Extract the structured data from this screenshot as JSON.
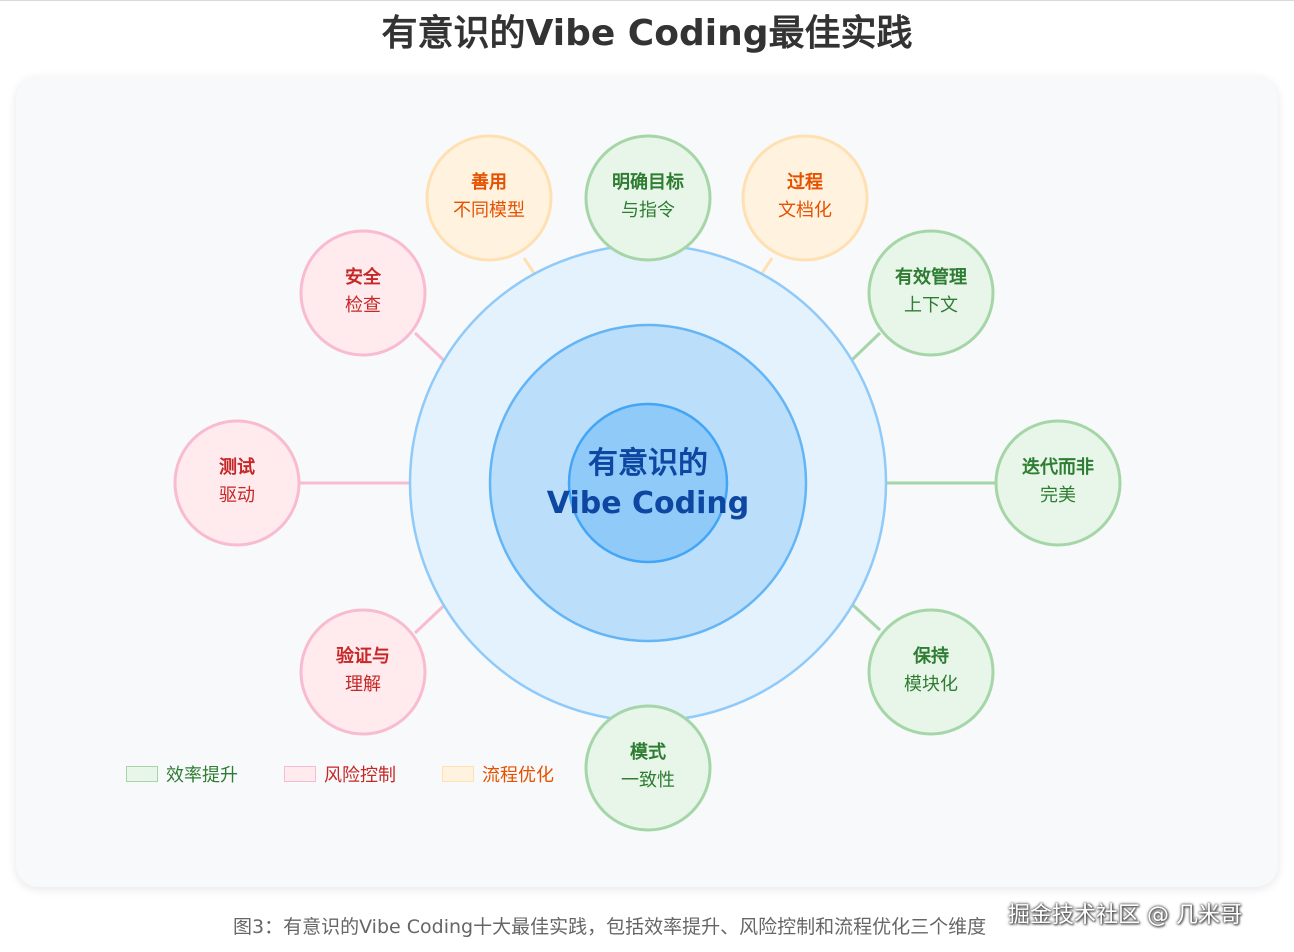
{
  "title": "有意识的Vibe Coding最佳实践",
  "center": {
    "line1": "有意识的",
    "line2": "Vibe Coding"
  },
  "colors": {
    "efficiency_fill": "#e8f5e9",
    "efficiency_stroke": "#a5d6a7",
    "efficiency_text": "#2e7d32",
    "risk_fill": "#ffebee",
    "risk_stroke": "#f8bbd0",
    "risk_text": "#c62828",
    "process_fill": "#fff3e0",
    "process_stroke": "#ffe0b2",
    "process_text": "#e65100",
    "ring_outer": "#e3f2fd",
    "ring_middle": "#bbdefb",
    "ring_inner": "#90caf9"
  },
  "nodes": [
    {
      "id": "n1",
      "category": "efficiency",
      "line1": "明确目标",
      "line2": "与指令"
    },
    {
      "id": "n2",
      "category": "process",
      "line1": "过程",
      "line2": "文档化"
    },
    {
      "id": "n3",
      "category": "efficiency",
      "line1": "有效管理",
      "line2": "上下文"
    },
    {
      "id": "n4",
      "category": "efficiency",
      "line1": "迭代而非",
      "line2": "完美"
    },
    {
      "id": "n5",
      "category": "efficiency",
      "line1": "保持",
      "line2": "模块化"
    },
    {
      "id": "n6",
      "category": "efficiency",
      "line1": "模式",
      "line2": "一致性"
    },
    {
      "id": "n7",
      "category": "risk",
      "line1": "验证与",
      "line2": "理解"
    },
    {
      "id": "n8",
      "category": "risk",
      "line1": "测试",
      "line2": "驱动"
    },
    {
      "id": "n9",
      "category": "risk",
      "line1": "安全",
      "line2": "检查"
    },
    {
      "id": "n10",
      "category": "process",
      "line1": "善用",
      "line2": "不同模型"
    }
  ],
  "legend": [
    {
      "category": "efficiency",
      "label": "效率提升"
    },
    {
      "category": "risk",
      "label": "风险控制"
    },
    {
      "category": "process",
      "label": "流程优化"
    }
  ],
  "caption": "图3：有意识的Vibe Coding十大最佳实践，包括效率提升、风险控制和流程优化三个维度",
  "watermark": "掘金技术社区 @ 几米哥"
}
